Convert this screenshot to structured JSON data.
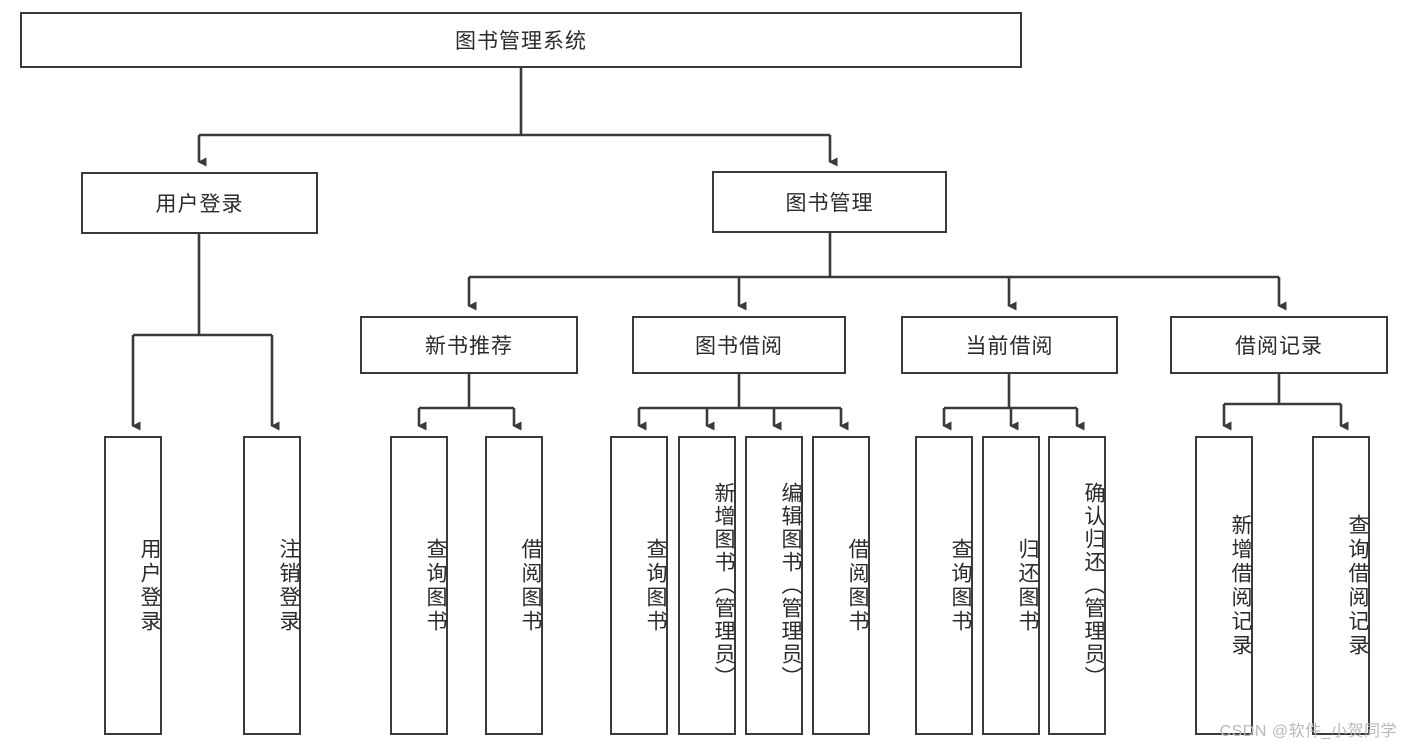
{
  "diagram": {
    "type": "tree-hierarchy",
    "title": "图书管理系统",
    "root": {
      "label": "图书管理系统"
    },
    "level2": [
      {
        "label": "用户登录"
      },
      {
        "label": "图书管理"
      }
    ],
    "level3": [
      {
        "label": "新书推荐"
      },
      {
        "label": "图书借阅"
      },
      {
        "label": "当前借阅"
      },
      {
        "label": "借阅记录"
      }
    ],
    "leaves": {
      "user_login": [
        {
          "label": "用户登录"
        },
        {
          "label": "注销登录"
        }
      ],
      "new_book_recommend": [
        {
          "label": "查询图书"
        },
        {
          "label": "借阅图书"
        }
      ],
      "book_borrow": [
        {
          "label": "查询图书"
        },
        {
          "label": "新增图书（管理员）"
        },
        {
          "label": "编辑图书（管理员）"
        },
        {
          "label": "借阅图书"
        }
      ],
      "current_borrow": [
        {
          "label": "查询图书"
        },
        {
          "label": "归还图书"
        },
        {
          "label": "确认归还（管理员）"
        }
      ],
      "borrow_record": [
        {
          "label": "新增借阅记录"
        },
        {
          "label": "查询借阅记录"
        }
      ]
    },
    "colors": {
      "stroke": "#3a3a3a",
      "fill": "#ffffff",
      "text": "#2b2b2b",
      "watermark": "#b9b9b9"
    }
  },
  "watermark": {
    "text": "CSDN @软件_小贺同学"
  }
}
